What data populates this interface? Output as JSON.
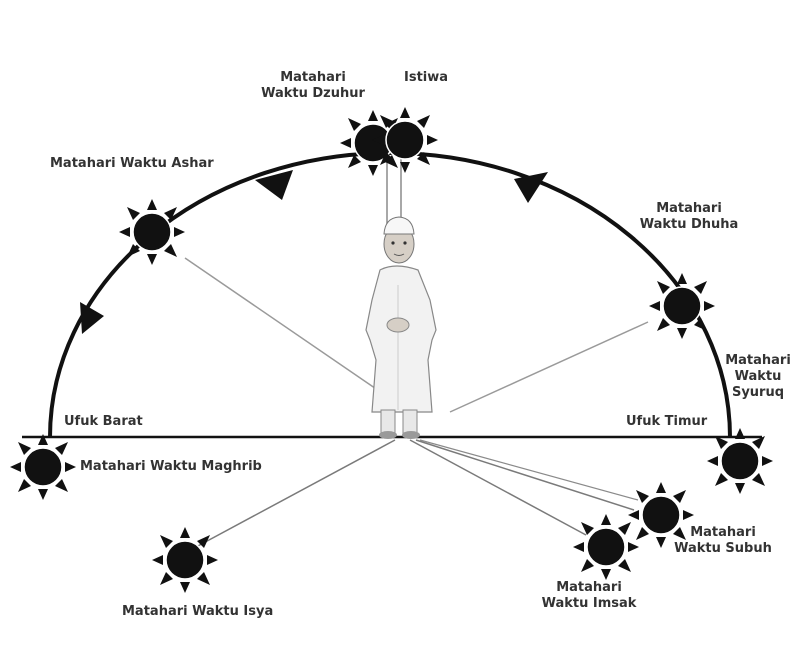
{
  "colors": {
    "ink": "#111111",
    "text": "#333333",
    "ray": "#9a9a9a",
    "ray_dark": "#7a7a7a",
    "robe": "#f2f2f2",
    "skin": "#d6cfc6"
  },
  "labels": {
    "dzuhur": [
      "Matahari",
      "Waktu Dzuhur"
    ],
    "istiwa": "Istiwa",
    "ashar": "Matahari Waktu Ashar",
    "dhuha": [
      "Matahari",
      "Waktu Dhuha"
    ],
    "syuruq": [
      "Matahari",
      "Waktu",
      "Syuruq"
    ],
    "ufuk_barat": "Ufuk Barat",
    "ufuk_timur": "Ufuk Timur",
    "maghrib": "Matahari Waktu Maghrib",
    "isya": "Matahari Waktu Isya",
    "subuh": [
      "Matahari",
      "Waktu Subuh"
    ],
    "imsak": [
      "Matahari",
      "Waktu Imsak"
    ]
  },
  "icons": [
    "sun-icon",
    "arrow-triangle-icon",
    "child-figure-icon"
  ]
}
